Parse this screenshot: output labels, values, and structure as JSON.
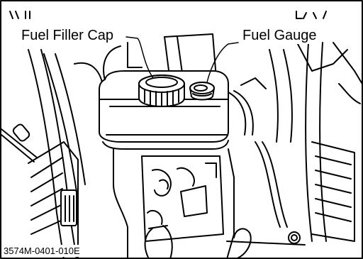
{
  "callouts": {
    "fuel_filler_cap": "Fuel Filler Cap",
    "fuel_gauge": "Fuel Gauge"
  },
  "figure_code": "3574M-0401-010E",
  "colors": {
    "ink": "#000000",
    "paper": "#ffffff"
  }
}
